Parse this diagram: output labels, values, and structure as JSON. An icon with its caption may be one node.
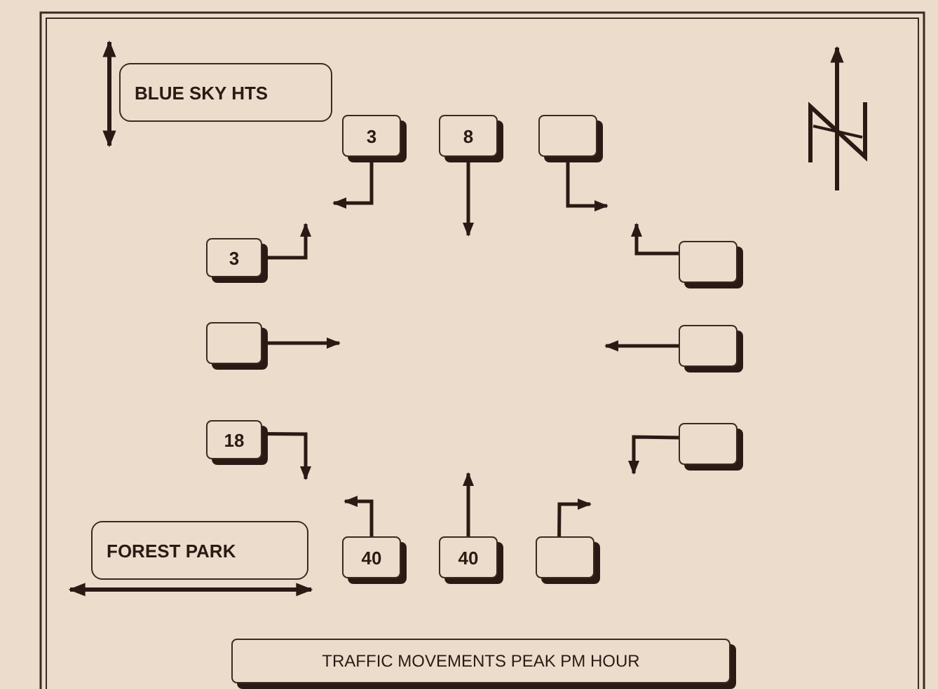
{
  "diagram": {
    "nodes": [
      {
        "text": [
          "BLUE SKY HTS"
        ]
      },
      {
        "text": [
          "3"
        ]
      },
      {
        "text": [
          "8"
        ]
      },
      {
        "text": [],
        "shape": "box"
      },
      {
        "text": [
          "3"
        ]
      },
      {
        "text": [],
        "shape": "box"
      },
      {
        "text": [],
        "shape": "box"
      },
      {
        "text": [],
        "shape": "box"
      },
      {
        "text": [
          "18"
        ]
      },
      {
        "text": [],
        "shape": "box"
      },
      {
        "text": [
          "FOREST PARK"
        ]
      },
      {
        "text": [
          "40"
        ]
      },
      {
        "text": [
          "40"
        ]
      },
      {
        "text": [],
        "shape": "box"
      },
      {
        "text": [
          "TRAFFIC MOVEMENTS PEAK PM HOUR"
        ]
      }
    ],
    "edges": [
      {
        "from": 1,
        "to": null,
        "arrow": "to"
      },
      {
        "from": 2,
        "to": null,
        "arrow": "to"
      },
      {
        "from": 3,
        "to": null,
        "arrow": "to"
      },
      {
        "from": 4,
        "to": null,
        "arrow": "to"
      },
      {
        "from": 5,
        "to": null,
        "arrow": "to"
      },
      {
        "from": 6,
        "to": null,
        "arrow": "to"
      },
      {
        "from": 7,
        "to": null,
        "arrow": "to"
      },
      {
        "from": 8,
        "to": null,
        "arrow": "to"
      },
      {
        "from": 9,
        "to": null,
        "arrow": "to"
      },
      {
        "from": 11,
        "to": null,
        "arrow": "to"
      },
      {
        "from": 12,
        "to": null,
        "arrow": "to"
      },
      {
        "from": 13,
        "to": null,
        "arrow": "to"
      }
    ]
  }
}
